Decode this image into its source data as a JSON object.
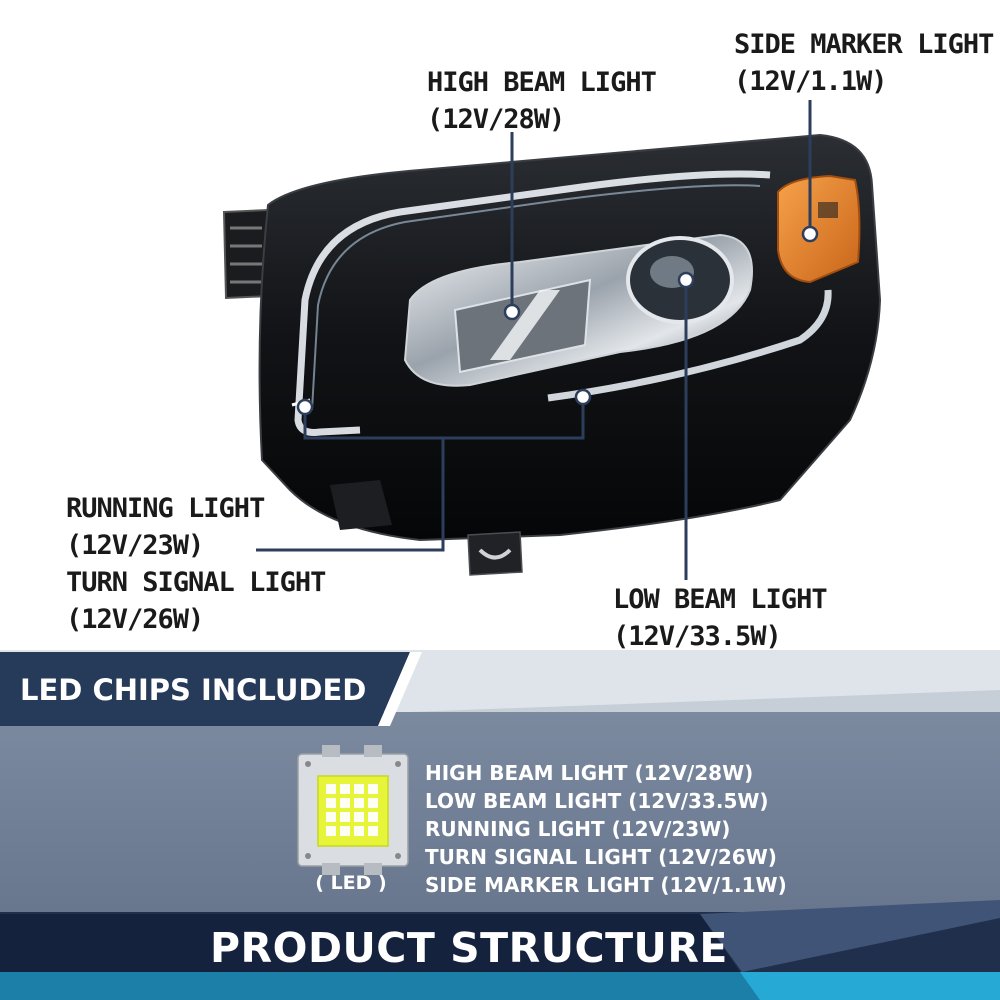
{
  "callouts": {
    "high_beam": {
      "name": "HIGH BEAM LIGHT",
      "spec": "(12V/28W)"
    },
    "side_marker": {
      "name": "SIDE MARKER LIGHT",
      "spec": "(12V/1.1W)"
    },
    "running_turn": {
      "name1": "RUNNING LIGHT",
      "spec1": "(12V/23W)",
      "name2": "TURN SIGNAL LIGHT",
      "spec2": "(12V/26W)"
    },
    "low_beam": {
      "name": "LOW BEAM LIGHT",
      "spec": "(12V/33.5W)"
    }
  },
  "led_section": {
    "heading": "LED CHIPS INCLUDED",
    "chip_caption": "( LED )",
    "specs": [
      "HIGH BEAM LIGHT (12V/28W)",
      "LOW BEAM LIGHT (12V/33.5W)",
      "RUNNING LIGHT (12V/23W)",
      "TURN SIGNAL LIGHT (12V/26W)",
      "SIDE MARKER LIGHT (12V/1.1W)"
    ]
  },
  "footer": {
    "title": "PRODUCT STRUCTURE"
  },
  "colors": {
    "navy_banner": "#263a5a",
    "steel_panel": "#6f7f96",
    "leader_line": "#2c3e5c",
    "amber_marker": "#e8862b",
    "led_chip": "#e6f53a",
    "accent_cyan": "#27a9d6"
  }
}
